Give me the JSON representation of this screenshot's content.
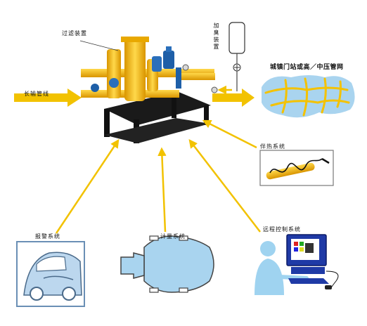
{
  "labels": {
    "filter_device": "过滤装置",
    "odorizing_device": "加臭装置",
    "long_pipeline": "长输管线",
    "city_network": "城镇门站或高／中压管网",
    "heat_tracing": "伴热系统",
    "remote_control": "远程控制系统",
    "metering": "计量系统",
    "alarm": "报警系统"
  },
  "colors": {
    "pipe_yellow": "#f4b400",
    "arrow_yellow": "#f2c200",
    "map_blue": "#a9d4ef",
    "frame_black": "#111111",
    "screen_blue": "#1f3aa6"
  }
}
